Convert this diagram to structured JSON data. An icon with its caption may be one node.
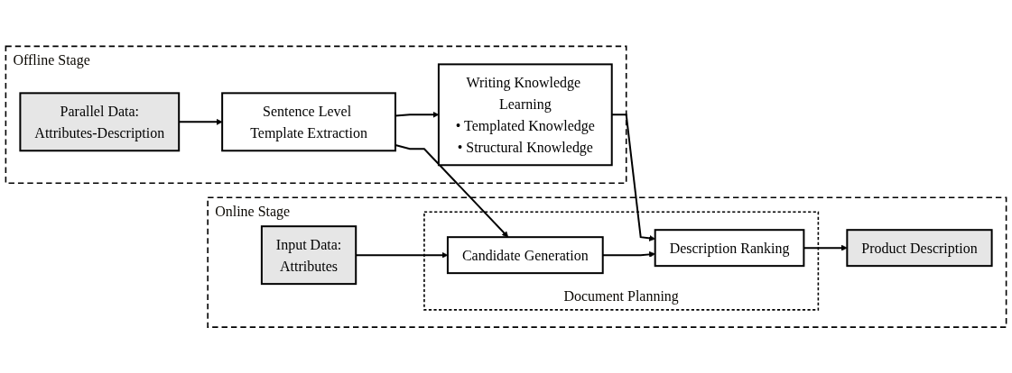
{
  "diagram": {
    "nodes": [
      {
        "text": [
          "Offline Stage"
        ]
      },
      {
        "text": [
          "Parallel Data:",
          "Attributes-Description"
        ],
        "in": 0
      },
      {
        "text": [
          "Sentence Level Template Extraction"
        ],
        "in": 0
      },
      {
        "text": [
          "Writing Knowledge Learning",
          "• Templated Knowledge",
          "• Structural Knowledge"
        ],
        "in": 0
      },
      {
        "text": [
          "Online Stage"
        ]
      },
      {
        "text": [
          "Input Data:",
          "Attributes"
        ],
        "in": 4
      },
      {
        "text": [
          "Document Planning"
        ],
        "in": 4
      },
      {
        "text": [
          "Candidate Generation"
        ],
        "in": 6
      },
      {
        "text": [
          "Description Ranking"
        ],
        "in": 6
      },
      {
        "text": [
          "Product Description"
        ],
        "in": 4
      }
    ],
    "edges": [
      {
        "from": 1,
        "to": 2,
        "arrow": "to"
      },
      {
        "from": 2,
        "to": 3,
        "arrow": "to"
      },
      {
        "from": 2,
        "to": 7,
        "arrow": "to"
      },
      {
        "from": 3,
        "to": 8,
        "arrow": "to"
      },
      {
        "from": 5,
        "to": 7,
        "arrow": "to"
      },
      {
        "from": 7,
        "to": 8,
        "arrow": "to"
      },
      {
        "from": 8,
        "to": 9,
        "arrow": "to"
      }
    ]
  }
}
